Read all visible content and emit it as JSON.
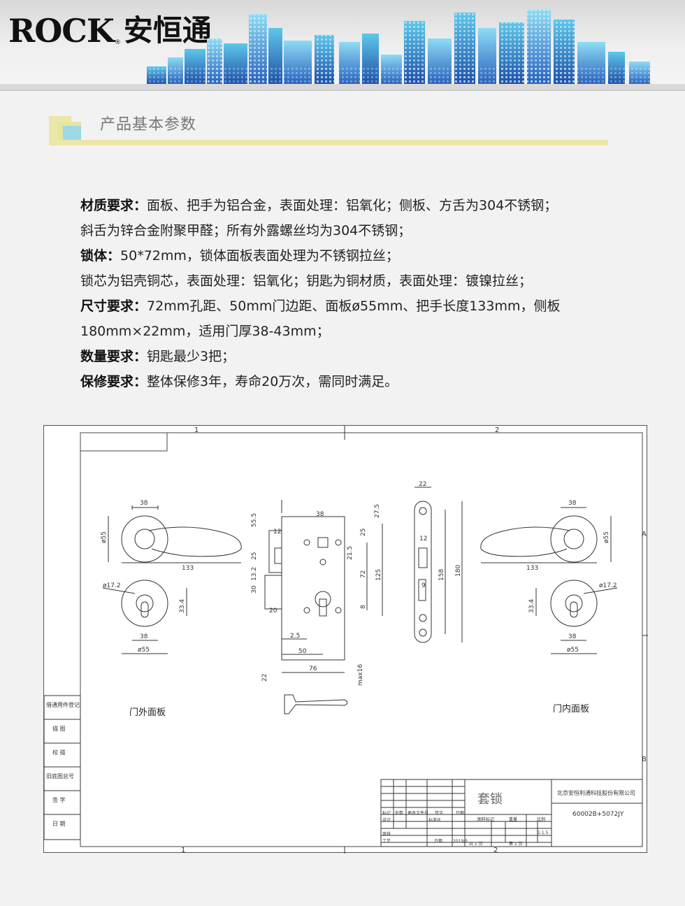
{
  "header": {
    "logo_text": "ROCK",
    "logo_reg": "®",
    "logo_cn": "安恒通",
    "logo_cn_reg": "®"
  },
  "section": {
    "title": "产品基本参数"
  },
  "specs": [
    {
      "label": "材质要求：",
      "text": "面板、把手为铝合金，表面处理：铝氧化；侧板、方舌为304不锈钢；"
    },
    {
      "label": "",
      "text": "斜舌为锌合金附聚甲醛；所有外露螺丝均为304不锈钢；"
    },
    {
      "label": "锁体：",
      "text": "50*72mm，锁体面板表面处理为不锈钢拉丝；"
    },
    {
      "label": "",
      "text": "锁芯为铝壳铜芯，表面处理：铝氧化；钥匙为铜材质，表面处理：镀镍拉丝；"
    },
    {
      "label": "尺寸要求：",
      "text": "72mm孔距、50mm门边距、面板ø55mm、把手长度133mm，侧板"
    },
    {
      "label": "",
      "text": "180mm×22mm，适用门厚38-43mm；"
    },
    {
      "label": "数量要求：",
      "text": "钥匙最少3把；"
    },
    {
      "label": "保修要求：",
      "text": "整体保修3年，寿命20万次，需同时满足。"
    }
  ],
  "drawing": {
    "grid_cols": [
      "1",
      "2"
    ],
    "grid_rows": [
      "A",
      "B"
    ],
    "left_panel_label": "门外面板",
    "right_panel_label": "门内面板",
    "dims": {
      "d38": "38",
      "d55": "ø55",
      "d133": "133",
      "d172": "ø17.2",
      "d334": "33.4",
      "d38b": "38",
      "d55b": "ø55",
      "l555": "55.5",
      "l12": "12",
      "l38": "38",
      "l275": "27.5",
      "l25": "25",
      "l215": "21.5",
      "l25b": "25",
      "l132": "13.2",
      "l30": "30",
      "l72": "72",
      "l125": "125",
      "l20": "20",
      "l8": "8",
      "l25c": "2.5",
      "l50": "50",
      "l76": "76",
      "l22": "22",
      "lmax16": "max16",
      "s22": "22",
      "s12": "12",
      "s158": "158",
      "s180": "180",
      "s9": "9"
    },
    "side_stamps": [
      "借通用件登记",
      "描 图",
      "校 描",
      "旧底图总号",
      "签 字",
      "日 期"
    ],
    "title_block": {
      "company": "北京安恒利通科技股份有限公司",
      "product": "套锁",
      "code": "60002B+5072JY",
      "scale": "1:1.5",
      "date": "2019/5",
      "labels": [
        "标记",
        "处数",
        "更改文件号",
        "签字",
        "日期",
        "设计",
        "标准化",
        "审核",
        "工艺",
        "日期",
        "图样标记",
        "重量",
        "比例",
        "共 1 页",
        "第 1 页"
      ]
    }
  }
}
